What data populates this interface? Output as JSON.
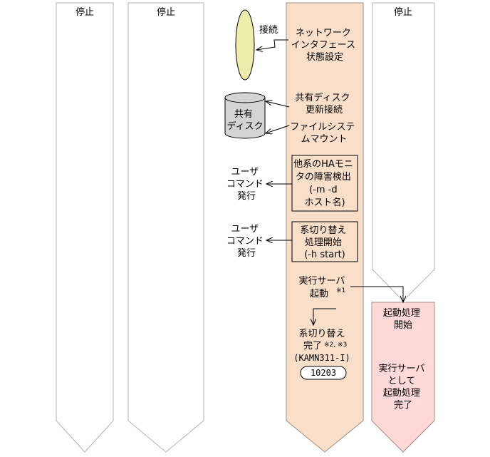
{
  "colors": {
    "active_lane": "#f9dfca",
    "active_lane_border": "#a08f82",
    "start_box": "#ffd8d8",
    "start_box_border": "#a08f82",
    "ellipse": "#ecedaa",
    "disk": "#d4d4d4",
    "lane_border": "#b3b3b3",
    "line": "#000000"
  },
  "lanes": {
    "lane1_label": "停止",
    "lane2_label": "停止",
    "lane5_label": "停止"
  },
  "network": {
    "connect_label": "接続",
    "step_lines": [
      "ネットワーク",
      "インタフェース",
      "状態設定"
    ]
  },
  "disk": {
    "label_lines": [
      "共有",
      "ディスク"
    ],
    "update_lines": [
      "共有ディスク",
      "更新接続"
    ],
    "mount_lines": [
      "ファイルシステ",
      "ムマウント"
    ]
  },
  "detect": {
    "box_lines": [
      "他系のHAモニ",
      "タの障害検出",
      "(-m -d",
      "ホスト名)"
    ],
    "user_cmd_lines": [
      "ユーザ",
      "コマンド",
      "発行"
    ]
  },
  "switch_start": {
    "box_lines": [
      "系切り替え",
      "処理開始",
      "(-h start)"
    ],
    "user_cmd_lines": [
      "ユーザ",
      "コマンド",
      "発行"
    ]
  },
  "exec_start": {
    "lines": [
      "実行サーバ",
      "起動"
    ],
    "note": "※1"
  },
  "switch_done": {
    "line1": "系切り替え",
    "line2": "完了",
    "note": "※2, ※3",
    "message_id": "(KAMN311-I)",
    "code": "10203"
  },
  "lane5_start": {
    "lines": [
      "起動処理",
      "開始"
    ],
    "done_lines": [
      "実行サーバ",
      "として",
      "起動処理",
      "完了"
    ]
  }
}
